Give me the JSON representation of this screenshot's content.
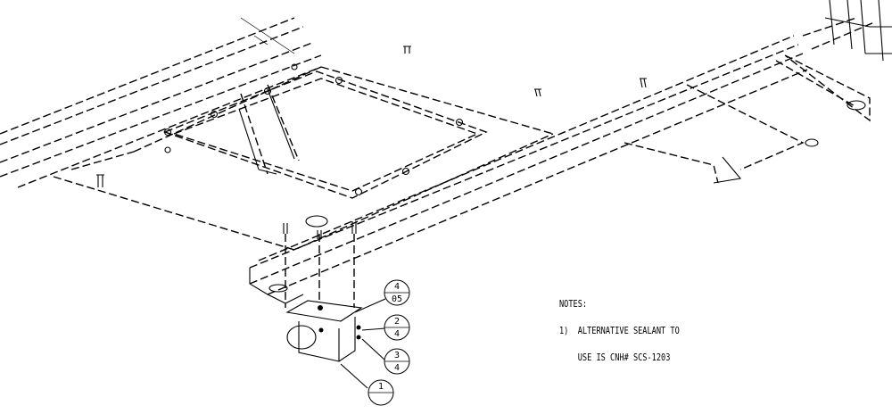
{
  "notes": {
    "heading": "NOTES:",
    "item_1_line_1": "1)  ALTERNATIVE SEALANT TO",
    "item_1_line_2": "    USE IS CNH# SCS-1203"
  },
  "balloons": [
    {
      "item": "4",
      "qty": "05"
    },
    {
      "item": "2",
      "qty": "4"
    },
    {
      "item": "3",
      "qty": "4"
    },
    {
      "item": "1",
      "qty": ""
    }
  ]
}
